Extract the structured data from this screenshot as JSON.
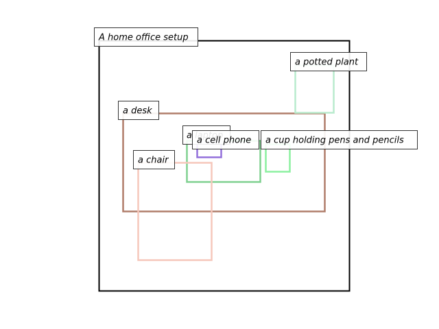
{
  "scene": {
    "caption": "A home office setup",
    "caption_color": "#000000",
    "objects": [
      {
        "id": "desk",
        "label": "a desk",
        "color": "#b07d6a"
      },
      {
        "id": "plant",
        "label": "a potted plant",
        "color": "#b9ebcd"
      },
      {
        "id": "laptop",
        "label": "a laptop",
        "color": "#7ed08f"
      },
      {
        "id": "phone",
        "label": "a cell phone",
        "color": "#9370db"
      },
      {
        "id": "cup",
        "label": "a cup holding pens and pencils",
        "color": "#8cf0a0"
      },
      {
        "id": "chair",
        "label": "a chair",
        "color": "#f6c7bb"
      }
    ]
  }
}
